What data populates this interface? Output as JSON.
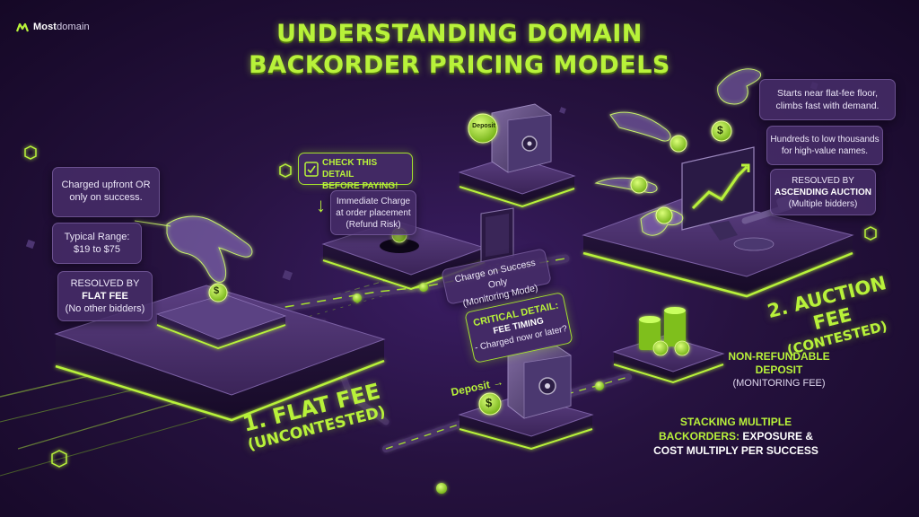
{
  "brand": {
    "name_bold": "Most",
    "name_light": "domain"
  },
  "title": {
    "line1": "UNDERSTANDING DOMAIN",
    "line2": "BACKORDER PRICING MODELS"
  },
  "flat_fee": {
    "charge_note": {
      "line1": "Charged upfront OR",
      "line2": "only on success."
    },
    "range_note": {
      "line1": "Typical Range:",
      "line2": "$19 to $75"
    },
    "resolved": {
      "line1": "RESOLVED BY",
      "line2": "FLAT FEE",
      "line3": "(No other bidders)"
    },
    "label": {
      "line1": "1. FLAT FEE",
      "line2": "(UNCONTESTED)"
    }
  },
  "check_detail": {
    "warning": {
      "line1": "CHECK THIS DETAIL",
      "line2": "BEFORE PAYING!"
    },
    "immediate": {
      "line1": "Immediate Charge",
      "line2": "at order placement",
      "line3": "(Refund Risk)"
    },
    "deposit_label": "Deposit"
  },
  "success_only": {
    "line1": "Charge on Success Only",
    "line2": "(Monitoring Mode)"
  },
  "critical": {
    "line1": "CRITICAL DETAIL:",
    "line2": "FEE TIMING",
    "line3": "- Charged now or later?"
  },
  "auction": {
    "starts": {
      "line1": "Starts near flat-fee floor,",
      "line2": "climbs fast with demand."
    },
    "range": {
      "line1": "Hundreds to low thousands",
      "line2": "for high-value names."
    },
    "resolved": {
      "line1": "RESOLVED BY",
      "line2": "ASCENDING AUCTION",
      "line3": "(Multiple bidders)"
    },
    "label": {
      "line1": "2. AUCTION FEE",
      "line2": "(CONTESTED)"
    }
  },
  "deposit": {
    "label": "Deposit",
    "note": {
      "line1": "NON-REFUNDABLE",
      "line2": "DEPOSIT",
      "line3": "(MONITORING FEE)"
    }
  },
  "stacking": {
    "line1": "STACKING MULTIPLE",
    "line2a": "BACKORDERS:",
    "line2b": "EXPOSURE &",
    "line3": "COST MULTIPLY PER SUCCESS"
  },
  "icons": {
    "currency_symbol": "$",
    "arrow_down": "↓",
    "arrow_right": "→"
  },
  "colors": {
    "accent": "#b8f23a",
    "background": "#26123f",
    "panel": "#463068"
  }
}
